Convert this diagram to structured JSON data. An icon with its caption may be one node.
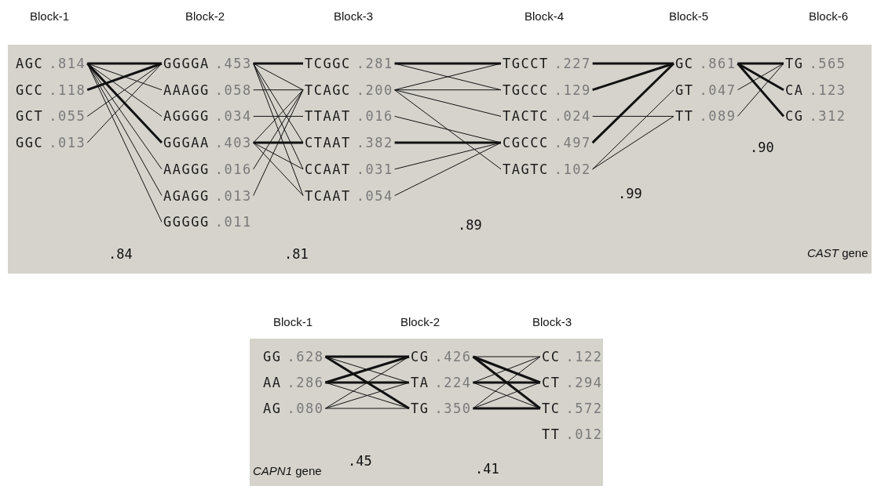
{
  "diagram": {
    "nodes": [
      {
        "text": [
          "AGC",
          ".814"
        ]
      },
      {
        "text": [
          "GCC",
          ".118"
        ]
      },
      {
        "text": [
          "GCT",
          ".055"
        ]
      },
      {
        "text": [
          "GGC",
          ".013"
        ]
      },
      {
        "text": [
          "GGGGA",
          ".453"
        ]
      },
      {
        "text": [
          "AAAGG",
          ".058"
        ]
      },
      {
        "text": [
          "AGGGG",
          ".034"
        ]
      },
      {
        "text": [
          "GGGAA",
          ".403"
        ]
      },
      {
        "text": [
          "AAGGG",
          ".016"
        ]
      },
      {
        "text": [
          "AGAGG",
          ".013"
        ]
      },
      {
        "text": [
          "GGGGG",
          ".011"
        ]
      },
      {
        "text": [
          "TCGGC",
          ".281"
        ]
      },
      {
        "text": [
          "TCAGC",
          ".200"
        ]
      },
      {
        "text": [
          "TTAAT",
          ".016"
        ]
      },
      {
        "text": [
          "CTAAT",
          ".382"
        ]
      },
      {
        "text": [
          "CCAAT",
          ".031"
        ]
      },
      {
        "text": [
          "TCAAT",
          ".054"
        ]
      },
      {
        "text": [
          "TGCCT",
          ".227"
        ]
      },
      {
        "text": [
          "TGCCC",
          ".129"
        ]
      },
      {
        "text": [
          "TACTC",
          ".024"
        ]
      },
      {
        "text": [
          "CGCCC",
          ".497"
        ]
      },
      {
        "text": [
          "TAGTC",
          ".102"
        ]
      },
      {
        "text": [
          "GC",
          ".861"
        ]
      },
      {
        "text": [
          "GT",
          ".047"
        ]
      },
      {
        "text": [
          "TT",
          ".089"
        ]
      },
      {
        "text": [
          "TG",
          ".565"
        ]
      },
      {
        "text": [
          "CA",
          ".123"
        ]
      },
      {
        "text": [
          "CG",
          ".312"
        ]
      },
      {
        "text": [
          "GG",
          ".628"
        ]
      },
      {
        "text": [
          "AA",
          ".286"
        ]
      },
      {
        "text": [
          "AG",
          ".080"
        ]
      },
      {
        "text": [
          "CG",
          ".426"
        ]
      },
      {
        "text": [
          "TA",
          ".224"
        ]
      },
      {
        "text": [
          "TG",
          ".350"
        ]
      },
      {
        "text": [
          "CC",
          ".122"
        ]
      },
      {
        "text": [
          "CT",
          ".294"
        ]
      },
      {
        "text": [
          "TC",
          ".572"
        ]
      },
      {
        "text": [
          "TT",
          ".012"
        ]
      }
    ],
    "edges": [
      {
        "from": 0,
        "to": 4,
        "arrow": "none",
        "style": "thick"
      },
      {
        "from": 0,
        "to": 7,
        "arrow": "none",
        "style": "thick"
      },
      {
        "from": 0,
        "to": 5,
        "arrow": "none"
      },
      {
        "from": 0,
        "to": 6,
        "arrow": "none"
      },
      {
        "from": 0,
        "to": 8,
        "arrow": "none"
      },
      {
        "from": 0,
        "to": 9,
        "arrow": "none"
      },
      {
        "from": 0,
        "to": 10,
        "arrow": "none"
      },
      {
        "from": 1,
        "to": 4,
        "arrow": "none",
        "style": "thick"
      },
      {
        "from": 2,
        "to": 4,
        "arrow": "none"
      },
      {
        "from": 3,
        "to": 4,
        "arrow": "none"
      },
      {
        "from": 4,
        "to": 11,
        "arrow": "none",
        "style": "thick"
      },
      {
        "from": 4,
        "to": 12,
        "arrow": "none"
      },
      {
        "from": 4,
        "to": 14,
        "arrow": "none"
      },
      {
        "from": 4,
        "to": 15,
        "arrow": "none"
      },
      {
        "from": 4,
        "to": 16,
        "arrow": "none"
      },
      {
        "from": 5,
        "to": 12,
        "arrow": "none"
      },
      {
        "from": 6,
        "to": 13,
        "arrow": "none"
      },
      {
        "from": 7,
        "to": 14,
        "arrow": "none",
        "style": "thick"
      },
      {
        "from": 7,
        "to": 12,
        "arrow": "none"
      },
      {
        "from": 7,
        "to": 15,
        "arrow": "none"
      },
      {
        "from": 7,
        "to": 16,
        "arrow": "none"
      },
      {
        "from": 8,
        "to": 12,
        "arrow": "none"
      },
      {
        "from": 9,
        "to": 12,
        "arrow": "none"
      },
      {
        "from": 11,
        "to": 17,
        "arrow": "none",
        "style": "thick"
      },
      {
        "from": 11,
        "to": 18,
        "arrow": "none"
      },
      {
        "from": 12,
        "to": 17,
        "arrow": "none"
      },
      {
        "from": 12,
        "to": 18,
        "arrow": "none"
      },
      {
        "from": 12,
        "to": 19,
        "arrow": "none"
      },
      {
        "from": 12,
        "to": 21,
        "arrow": "none"
      },
      {
        "from": 13,
        "to": 20,
        "arrow": "none"
      },
      {
        "from": 14,
        "to": 20,
        "arrow": "none",
        "style": "thick"
      },
      {
        "from": 15,
        "to": 20,
        "arrow": "none"
      },
      {
        "from": 16,
        "to": 20,
        "arrow": "none"
      },
      {
        "from": 17,
        "to": 22,
        "arrow": "none",
        "style": "thick"
      },
      {
        "from": 18,
        "to": 22,
        "arrow": "none",
        "style": "thick"
      },
      {
        "from": 20,
        "to": 22,
        "arrow": "none",
        "style": "thick"
      },
      {
        "from": 19,
        "to": 24,
        "arrow": "none"
      },
      {
        "from": 21,
        "to": 23,
        "arrow": "none"
      },
      {
        "from": 21,
        "to": 24,
        "arrow": "none"
      },
      {
        "from": 22,
        "to": 25,
        "arrow": "none",
        "style": "thick"
      },
      {
        "from": 22,
        "to": 26,
        "arrow": "none",
        "style": "thick"
      },
      {
        "from": 22,
        "to": 27,
        "arrow": "none",
        "style": "thick"
      },
      {
        "from": 23,
        "to": 25,
        "arrow": "none"
      },
      {
        "from": 24,
        "to": 25,
        "arrow": "none"
      },
      {
        "from": 28,
        "to": 31,
        "arrow": "none",
        "style": "thick"
      },
      {
        "from": 28,
        "to": 32,
        "arrow": "none"
      },
      {
        "from": 28,
        "to": 33,
        "arrow": "none",
        "style": "thick"
      },
      {
        "from": 29,
        "to": 31,
        "arrow": "none",
        "style": "thick"
      },
      {
        "from": 29,
        "to": 32,
        "arrow": "none",
        "style": "thick"
      },
      {
        "from": 29,
        "to": 33,
        "arrow": "none"
      },
      {
        "from": 30,
        "to": 31,
        "arrow": "none"
      },
      {
        "from": 30,
        "to": 32,
        "arrow": "none"
      },
      {
        "from": 30,
        "to": 33,
        "arrow": "none"
      },
      {
        "from": 31,
        "to": 34,
        "arrow": "none"
      },
      {
        "from": 31,
        "to": 35,
        "arrow": "none",
        "style": "thick"
      },
      {
        "from": 31,
        "to": 36,
        "arrow": "none",
        "style": "thick"
      },
      {
        "from": 32,
        "to": 34,
        "arrow": "none"
      },
      {
        "from": 32,
        "to": 35,
        "arrow": "none",
        "style": "thick"
      },
      {
        "from": 32,
        "to": 36,
        "arrow": "none"
      },
      {
        "from": 33,
        "to": 34,
        "arrow": "none"
      },
      {
        "from": 33,
        "to": 35,
        "arrow": "none"
      },
      {
        "from": 33,
        "to": 36,
        "arrow": "none",
        "style": "thick"
      }
    ],
    "labels": [
      "Block-1",
      "Block-2",
      "Block-3",
      "Block-4",
      "Block-5",
      "Block-6",
      ".90",
      ".99",
      ".89",
      ".84",
      ".81",
      "*CAST* gene",
      "Block-1",
      "Block-2",
      "Block-3",
      ".45",
      "*CAPN1* gene",
      ".41"
    ]
  }
}
